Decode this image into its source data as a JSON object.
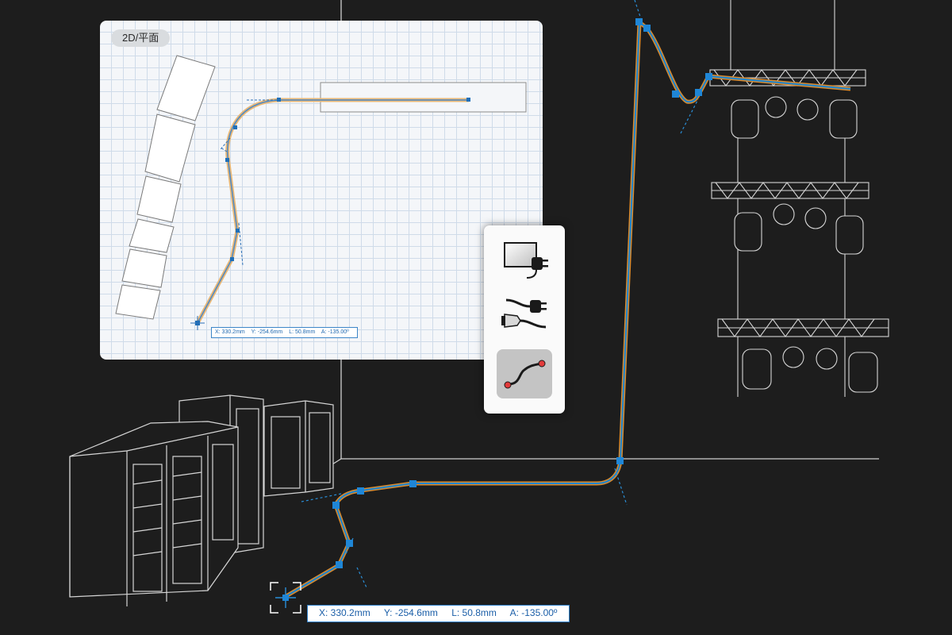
{
  "plan_view": {
    "tab_label": "2D/平面"
  },
  "plan_readout": {
    "x": "X:  330.2mm",
    "y": "Y:  -254.6mm",
    "l": "L:  50.8mm",
    "a": "A:  -135.00º"
  },
  "readout": {
    "x": "X:  330.2mm",
    "y": "Y:  -254.6mm",
    "l": "L:  50.8mm",
    "a": "A:  -135.00º"
  },
  "tools": [
    {
      "icon": "display-power-icon",
      "active": false
    },
    {
      "icon": "cable-plugs-icon",
      "active": false
    },
    {
      "icon": "bezier-curve-icon",
      "active": true
    }
  ],
  "colors": {
    "background": "#1d1d1d",
    "cable_blue": "#1a84d0",
    "cable_orange": "#d98a2e",
    "wireframe": "#d0d0d0",
    "accent": "#2f7fc9"
  }
}
